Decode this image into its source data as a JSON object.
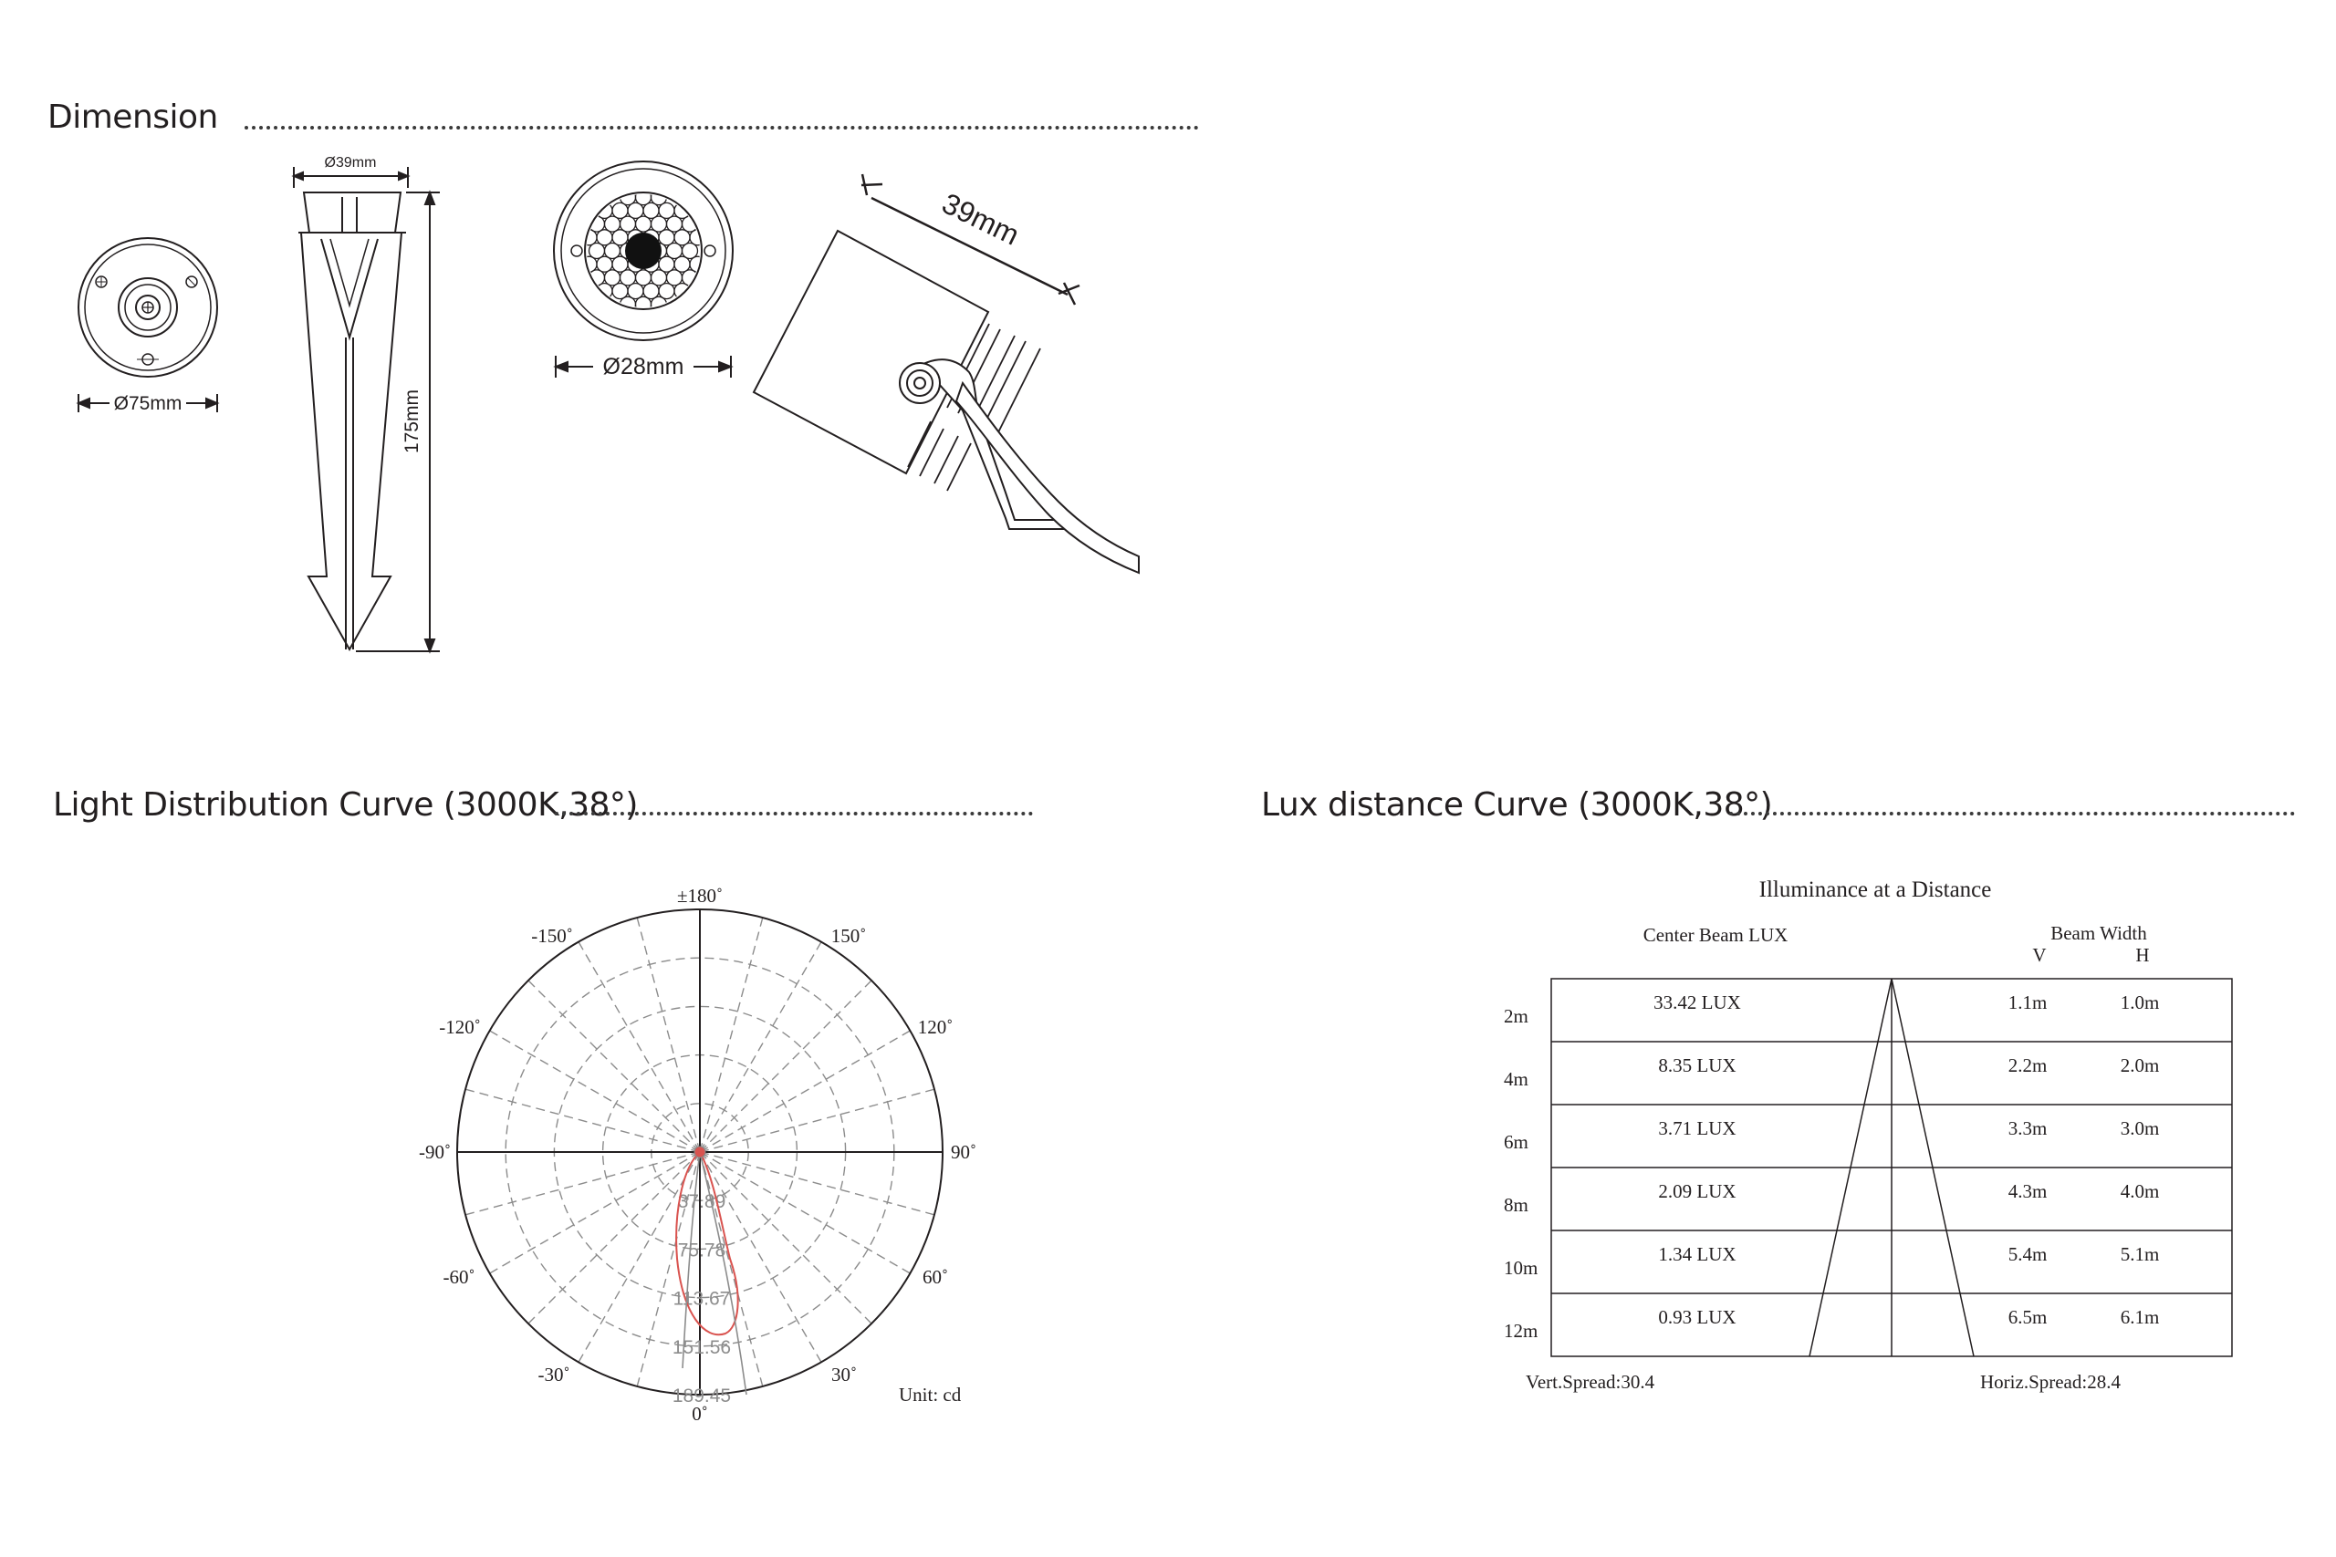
{
  "sections": {
    "dimension": "Dimension",
    "light_distribution": "Light Distribution Curve (3000K,38°)",
    "lux_distance": "Lux distance Curve (3000K,38°)"
  },
  "dimensions": {
    "base_diameter": "Ø75mm",
    "top_diameter": "Ø39mm",
    "height": "175mm",
    "lens_diameter": "Ø28mm",
    "head_width": "39mm"
  },
  "polar": {
    "angle_labels": [
      "±180˚",
      "-150˚",
      "150˚",
      "-120˚",
      "120˚",
      "-90˚",
      "90˚",
      "-60˚",
      "60˚",
      "-30˚",
      "30˚",
      "0˚"
    ],
    "ring_values": [
      "37.89",
      "75.78",
      "113.67",
      "151.56",
      "189.45"
    ],
    "unit": "Unit: cd",
    "curve_color": "#d9534f"
  },
  "lux_table": {
    "title": "Illuminance at a Distance",
    "center_beam_header": "Center Beam LUX",
    "beam_width_header": "Beam Width",
    "v_header": "V",
    "h_header": "H",
    "rows": [
      {
        "distance": "2m",
        "lux": "33.42 LUX",
        "v": "1.1m",
        "h": "1.0m"
      },
      {
        "distance": "4m",
        "lux": "8.35 LUX",
        "v": "2.2m",
        "h": "2.0m"
      },
      {
        "distance": "6m",
        "lux": "3.71 LUX",
        "v": "3.3m",
        "h": "3.0m"
      },
      {
        "distance": "8m",
        "lux": "2.09 LUX",
        "v": "4.3m",
        "h": "4.0m"
      },
      {
        "distance": "10m",
        "lux": "1.34 LUX",
        "v": "5.4m",
        "h": "5.1m"
      },
      {
        "distance": "12m",
        "lux": "0.93 LUX",
        "v": "6.5m",
        "h": "6.1m"
      }
    ],
    "vert_spread": "Vert.Spread:30.4",
    "horiz_spread": "Horiz.Spread:28.4"
  }
}
